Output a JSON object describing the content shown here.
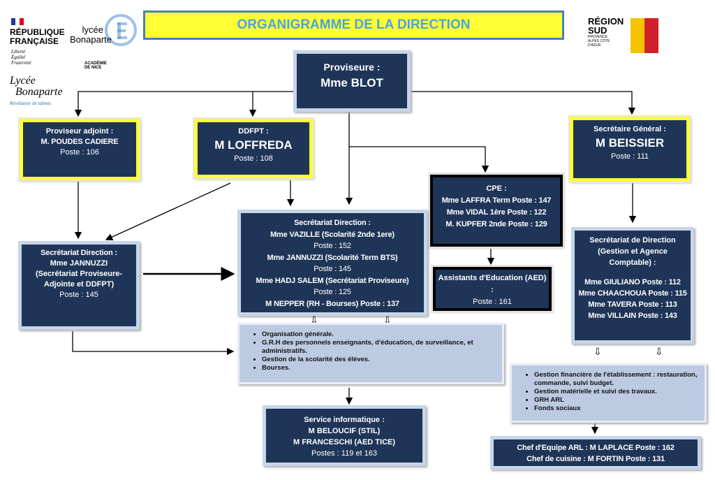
{
  "title": "ORGANIGRAMME DE LA DIRECTION",
  "logos": {
    "rf_line1": "RÉPUBLIQUE",
    "rf_line2": "FRANÇAISE",
    "rf_motto": [
      "Liberté",
      "Égalité",
      "Fraternité"
    ],
    "lycee_top": "lycée",
    "lycee_name": "Bonaparte",
    "academie": "ACADÉMIE DE NICE",
    "lycee2_line1": "Lycée",
    "lycee2_line2": "Bonaparte",
    "lycee2_slogan": "Révélateur de talents",
    "region_line1": "RÉGION",
    "region_line2": "SUD",
    "region_sub": "PROVENCE ALPES CÔTE D'AZUR"
  },
  "proviseure": {
    "role": "Proviseure :",
    "name": "Mme BLOT"
  },
  "adjoint": {
    "role": "Proviseur adjoint :",
    "name": "M. POUDES CADIERE",
    "poste": "Poste : 106"
  },
  "ddfpt": {
    "role": "DDFPT :",
    "name": "M LOFFREDA",
    "poste": "Poste : 108"
  },
  "sg": {
    "role": "Secrétaire Général :",
    "name": "M BEISSIER",
    "poste": "Poste : 111"
  },
  "cpe": {
    "role": "CPE :",
    "lines": [
      "Mme LAFFRA Term Poste : 147",
      "Mme VIDAL 1ère Poste : 122",
      "M. KUPFER 2nde Poste : 129"
    ]
  },
  "sec_center": {
    "role": "Secrétariat Direction :",
    "lines": [
      "Mme VAZILLE (Scolarité 2nde 1ere)",
      "Poste : 152",
      "Mme JANNUZZI (Scolarité Term BTS)",
      "Poste : 145",
      "Mme HADJ SALEM (Secrétariat Proviseure)",
      "Poste : 125",
      "M NEPPER (RH - Bourses) Poste : 137"
    ]
  },
  "sec_left": {
    "role": "Secrétariat Direction :",
    "name": "Mme JANNUZZI",
    "detail": "(Secrétariat Proviseure-Adjointe et DDFPT)",
    "poste": "Poste : 145"
  },
  "aed": {
    "role": "Assistants d'Education (AED) :",
    "poste": "Poste : 161"
  },
  "sec_right": {
    "role": "Secrétariat de Direction (Gestion et Agence Comptable) :",
    "lines": [
      "Mme GIULIANO Poste : 112",
      "Mme CHAACHOUA Poste : 115",
      "Mme TAVERA Poste : 113",
      "Mme VILLAIN Poste : 143"
    ]
  },
  "missions_center": [
    "Organisation générale.",
    "G.R.H des personnels enseignants, d'éducation, de surveillance, et administratifs.",
    "Gestion de la scolarité des élèves.",
    "Bourses."
  ],
  "missions_right": [
    "Gestion financière de l'établissement : restauration, commande, suivi budget.",
    "Gestion matérielle et suivi des travaux.",
    "GRH ARL",
    "Fonds sociaux"
  ],
  "informatique": {
    "role": "Service informatique :",
    "lines": [
      "M BELOUCIF (STIL)",
      "M FRANCESCHI (AED TICE)",
      "Postes : 119 et 163"
    ]
  },
  "chefs": {
    "lines": [
      "Chef d'Equipe ARL : M LAPLACE Poste : 162",
      "Chef de cuisine : M FORTIN Poste : 131"
    ]
  },
  "colors": {
    "box": "#1f3558",
    "title_bg": "#ffff33",
    "title_text": "#4aa3e0",
    "frame_yellow": "#ffff33",
    "mission_bg": "#bccbe2"
  }
}
